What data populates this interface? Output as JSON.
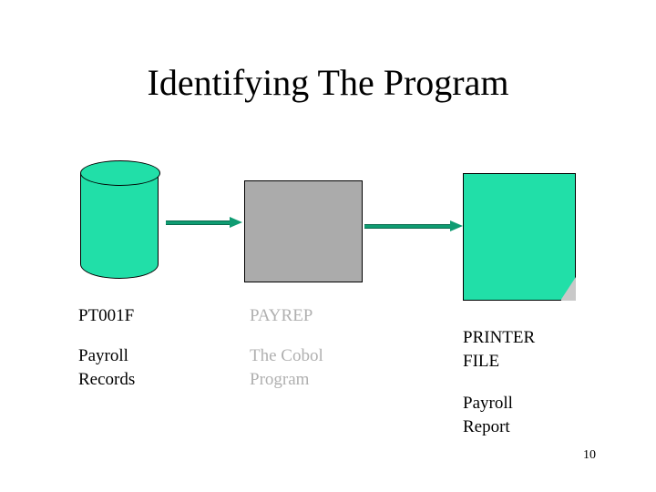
{
  "slide": {
    "title": "Identifying The Program",
    "page_number": "10",
    "background_color": "#FFFFFF"
  },
  "diagram": {
    "nodes": [
      {
        "id": "input-file",
        "shape": "cylinder",
        "color": "#21DFA8",
        "name": "PT001F",
        "description_line1": "Payroll",
        "description_line2": "Records"
      },
      {
        "id": "program",
        "shape": "rectangle",
        "color": "#ABABAB",
        "name": "PAYREP",
        "description_line1": "The Cobol",
        "description_line2": "Program",
        "text_color": "#B0B0B0"
      },
      {
        "id": "output-file",
        "shape": "document",
        "color": "#21DFA8",
        "name_line1": "PRINTER",
        "name_line2": "FILE",
        "description_line1": "Payroll",
        "description_line2": "Report"
      }
    ],
    "arrows": [
      {
        "id": "arrow-input-to-program",
        "from": "input-file",
        "to": "program",
        "color": "#0F9C72"
      },
      {
        "id": "arrow-program-to-output",
        "from": "program",
        "to": "output-file",
        "color": "#0F9C72"
      }
    ]
  }
}
